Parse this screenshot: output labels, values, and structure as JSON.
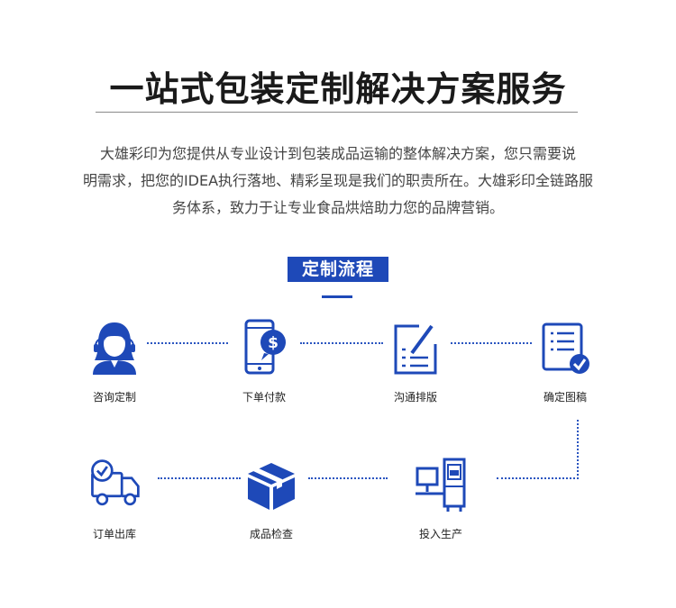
{
  "header": {
    "title": "一站式包装定制解决方案服务",
    "intro_line1": "大雄彩印为您提供从专业设计到包装成品运输的整体解决方案，您只需要说",
    "intro_line2": "明需求，把您的IDEA执行落地、精彩呈现是我们的职责所在。大雄彩印全链路服",
    "intro_line3": "务体系，致力于让专业食品烘焙助力您的品牌营销。"
  },
  "process": {
    "badge": "定制流程",
    "accent_color": "#1e49b8",
    "steps": [
      {
        "label": "咨询定制",
        "icon": "customer-service-icon"
      },
      {
        "label": "下单付款",
        "icon": "phone-payment-icon"
      },
      {
        "label": "沟通排版",
        "icon": "edit-layout-icon"
      },
      {
        "label": "确定图稿",
        "icon": "document-check-icon"
      },
      {
        "label": "投入生产",
        "icon": "production-machine-icon"
      },
      {
        "label": "成品检查",
        "icon": "package-box-icon"
      },
      {
        "label": "订单出库",
        "icon": "delivery-truck-icon"
      }
    ]
  }
}
